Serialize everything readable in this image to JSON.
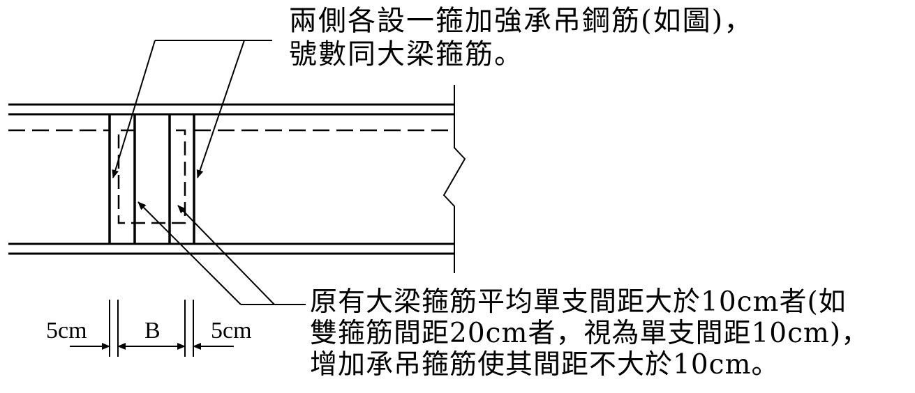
{
  "notes": {
    "top": {
      "line1": "兩側各設一箍加強承吊鋼筋(如圖)，",
      "line2": "號數同大梁箍筋。"
    },
    "bottom": {
      "line1": "原有大梁箍筋平均單支間距大於10cm者(如",
      "line2": "雙箍筋間距20cm者，視為單支間距10cm)，",
      "line3": "增加承吊箍筋使其間距不大於10cm。"
    }
  },
  "dimensions": {
    "left": "5cm",
    "middle": "B",
    "right": "5cm"
  },
  "colors": {
    "line": "#000000",
    "background": "#ffffff"
  }
}
